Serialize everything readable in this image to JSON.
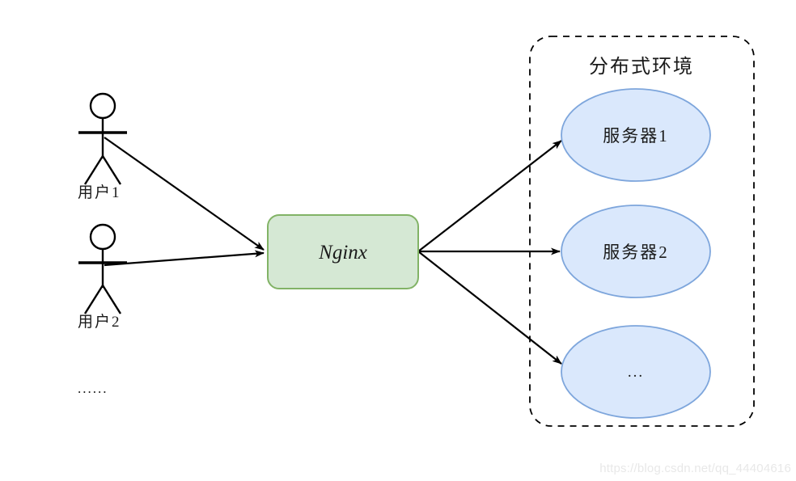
{
  "diagram": {
    "type": "architecture-diagram",
    "title": "",
    "background_color": "#ffffff",
    "actors": [
      {
        "id": "user1",
        "label": "用户1",
        "icon": "stick-figure"
      },
      {
        "id": "user2",
        "label": "用户2",
        "icon": "stick-figure"
      }
    ],
    "actors_more_label": "......",
    "balancer": {
      "label": "Nginx",
      "fill_color": "#d5e8d4",
      "stroke_color": "#82b366"
    },
    "group": {
      "label": "分布式环境",
      "border_style": "dashed",
      "border_color": "#000000"
    },
    "servers": [
      {
        "id": "server1",
        "label": "服务器1",
        "fill_color": "#dae8fc",
        "stroke_color": "#7ea6dc"
      },
      {
        "id": "server2",
        "label": "服务器2",
        "fill_color": "#dae8fc",
        "stroke_color": "#7ea6dc"
      },
      {
        "id": "server3",
        "label": "...",
        "fill_color": "#dae8fc",
        "stroke_color": "#7ea6dc"
      }
    ],
    "connections": [
      {
        "from": "user1",
        "to": "balancer"
      },
      {
        "from": "user2",
        "to": "balancer"
      },
      {
        "from": "balancer",
        "to": "server1"
      },
      {
        "from": "balancer",
        "to": "server2"
      },
      {
        "from": "balancer",
        "to": "server3"
      }
    ],
    "arrow_color": "#000000"
  },
  "watermark": {
    "text": "https://blog.csdn.net/qq_44404616",
    "color": "#e8e8e8"
  }
}
